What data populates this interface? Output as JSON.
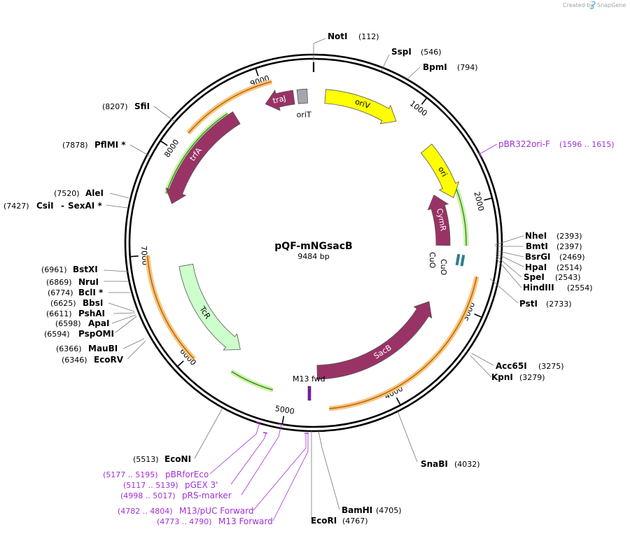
{
  "credit": {
    "created_by": "Created by",
    "brand": "SnapGene"
  },
  "plasmid": {
    "name": "pQF-mNGsacB",
    "size_label": "9484 bp",
    "length": 9484
  },
  "ticks": [
    {
      "pos": 1000,
      "label": "1000"
    },
    {
      "pos": 2000,
      "label": "2000"
    },
    {
      "pos": 3000,
      "label": "3000"
    },
    {
      "pos": 4000,
      "label": "4000"
    },
    {
      "pos": 5000,
      "label": "5000"
    },
    {
      "pos": 6000,
      "label": "6000"
    },
    {
      "pos": 7000,
      "label": "7000"
    },
    {
      "pos": 8000,
      "label": "8000"
    },
    {
      "pos": 9000,
      "label": "9000"
    }
  ],
  "features": [
    {
      "name": "oriV",
      "start": 120,
      "end": 900,
      "dir": 1,
      "ring": 0,
      "color": "#ffff00",
      "text_color": "#000000"
    },
    {
      "name": "ori",
      "start": 1320,
      "end": 1900,
      "dir": 1,
      "ring": 0,
      "color": "#ffff00",
      "text_color": "#000000"
    },
    {
      "name": "CymR",
      "start": 1800,
      "end": 2400,
      "dir": -1,
      "ring": 1,
      "color": "#993366",
      "text_color": "#ffffff"
    },
    {
      "name": "SacB",
      "start": 3080,
      "end": 4700,
      "dir": -1,
      "ring": 1,
      "color": "#993366",
      "text_color": "#ffffff"
    },
    {
      "name": "TcR",
      "start": 5650,
      "end": 6850,
      "dir": -1,
      "ring": 1,
      "color": "#ccffcc",
      "text_color": "#000000"
    },
    {
      "name": "trfA",
      "start": 7520,
      "end": 8650,
      "dir": -1,
      "ring": 0,
      "color": "#993366",
      "text_color": "#ffffff"
    },
    {
      "name": "traJ",
      "start": 8980,
      "end": 9280,
      "dir": -1,
      "ring": 0,
      "color": "#993366",
      "text_color": "#ffffff"
    },
    {
      "name": "oriT",
      "start": 9320,
      "end": 9420,
      "dir": 0,
      "ring": 0,
      "color": "#a6a6b0",
      "text_color": "#000000"
    }
  ],
  "features_extra": {
    "cuo_labels": [
      "CuO",
      "CuO"
    ],
    "m13fwd_label": "M13 fwd"
  },
  "sites": [
    {
      "name": "NotI",
      "pos": "(112)"
    },
    {
      "name": "SspI",
      "pos": "(546)"
    },
    {
      "name": "BpmI",
      "pos": "(794)"
    },
    {
      "name": "NheI",
      "pos": "(2393)"
    },
    {
      "name": "BmtI",
      "pos": "(2397)"
    },
    {
      "name": "BsrGI",
      "pos": "(2469)"
    },
    {
      "name": "HpaI",
      "pos": "(2514)"
    },
    {
      "name": "SpeI",
      "pos": "(2543)"
    },
    {
      "name": "HindIII",
      "pos": "(2554)"
    },
    {
      "name": "PstI",
      "pos": "(2733)"
    },
    {
      "name": "Acc65I",
      "pos": "(3275)"
    },
    {
      "name": "KpnI",
      "pos": "(3279)"
    },
    {
      "name": "SnaBI",
      "pos": "(4032)"
    },
    {
      "name": "BamHI",
      "pos": "(4705)"
    },
    {
      "name": "EcoRI",
      "pos": "(4767)"
    },
    {
      "name": "EcoNI",
      "pos": "(5513)"
    },
    {
      "name": "EcoRV",
      "pos": "(6346)"
    },
    {
      "name": "MauBI",
      "pos": "(6366)"
    },
    {
      "name": "PspOMI",
      "pos": "(6594)"
    },
    {
      "name": "ApaI",
      "pos": "(6598)"
    },
    {
      "name": "PshAI",
      "pos": "(6611)"
    },
    {
      "name": "BbsI",
      "pos": "(6625)"
    },
    {
      "name": "BclI *",
      "pos": "(6774)"
    },
    {
      "name": "NruI",
      "pos": "(6869)"
    },
    {
      "name": "BstXI",
      "pos": "(6961)"
    },
    {
      "name": "CsiI",
      "sep": "-",
      "name2": "SexAI *",
      "pos": "(7427)"
    },
    {
      "name": "AleI",
      "pos": "(7520)"
    },
    {
      "name": "PflMI *",
      "pos": "(7878)"
    },
    {
      "name": "SfiI",
      "pos": "(8207)"
    }
  ],
  "primers": [
    {
      "name": "pBR322ori-F",
      "pos": "(1596 .. 1615)"
    },
    {
      "name": "pBRforEco",
      "pos": "(5177 .. 5195)"
    },
    {
      "name": "pGEX 3'",
      "pos": "(5117 .. 5139)"
    },
    {
      "name": "pRS-marker",
      "pos": "(4998 .. 5017)"
    },
    {
      "name": "M13/pUC Forward",
      "pos": "(4782 .. 4804)"
    },
    {
      "name": "M13 Forward",
      "pos": "(4773 .. 4790)"
    }
  ]
}
